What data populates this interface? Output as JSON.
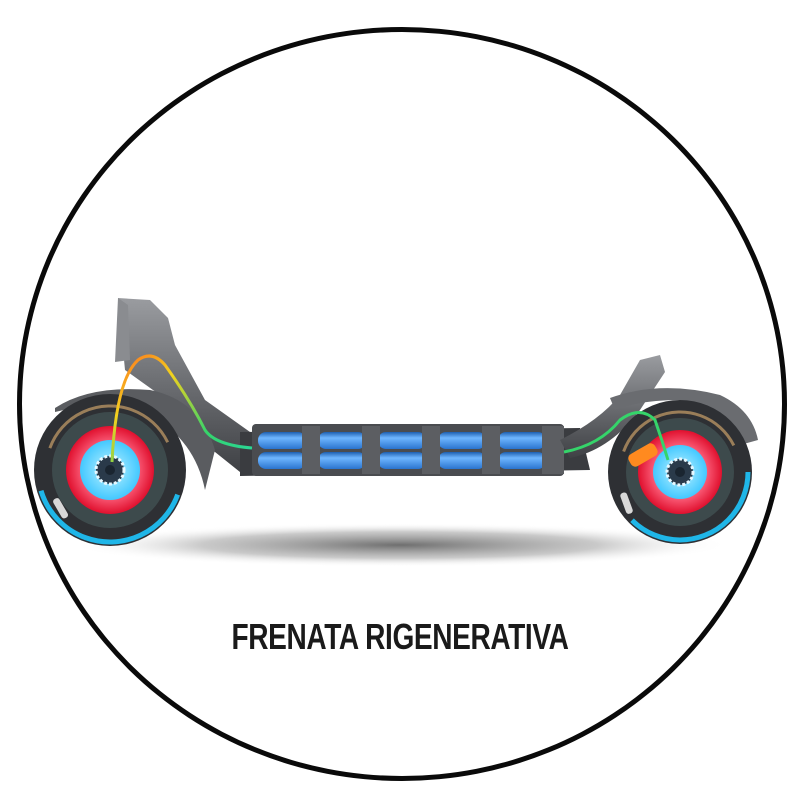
{
  "image": {
    "subject": "electric scooter cutaway illustration",
    "caption": "FRENATA RIGENERATIVA",
    "components": {
      "front_wheel": {
        "hub_colors": [
          "#ff2d55",
          "#5fd8ff"
        ],
        "tire_glow": "#1fb6e8"
      },
      "rear_wheel": {
        "hub_colors": [
          "#ff2d55",
          "#5fd8ff"
        ],
        "brake_caliper": "#ff8a1f"
      },
      "battery_pack": {
        "cell_color": "#3a8fe0",
        "modules": 5,
        "rows": 2
      },
      "energy_line": {
        "gradient": [
          "#ff6a1f",
          "#f2d21e",
          "#35d46a",
          "#27d6a0"
        ]
      }
    },
    "colors": {
      "frame_border": "#0a0a0a",
      "body_gray": "#6f7175",
      "caption_text": "#1a1a1a",
      "background": "#ffffff"
    }
  }
}
